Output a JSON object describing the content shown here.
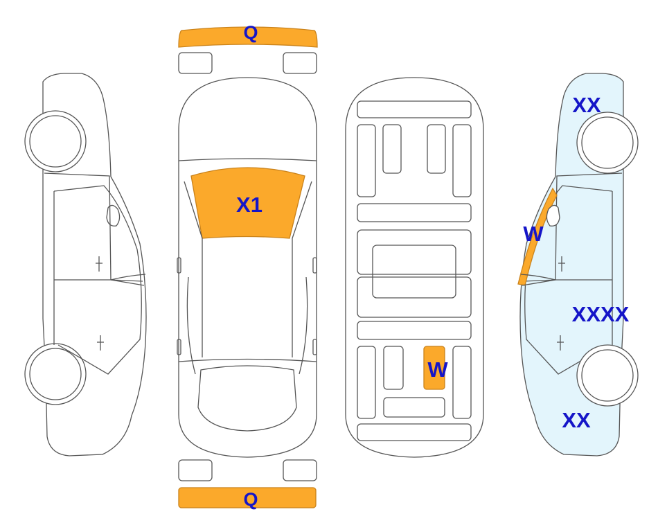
{
  "colors": {
    "damage_fill": "#FBA92B",
    "damage_stroke": "#C9821B",
    "panel_tint": "#E3F5FC",
    "label": "#1515C8",
    "outline": "#555555"
  },
  "labels": {
    "front_bumper": "Q",
    "rear_bumper": "Q",
    "windshield": "X1",
    "underbody_part": "W",
    "right_a_pillar": "W",
    "right_front_fender": "XX",
    "right_side_doors": "XXXX",
    "right_rear_quarter": "XX"
  }
}
